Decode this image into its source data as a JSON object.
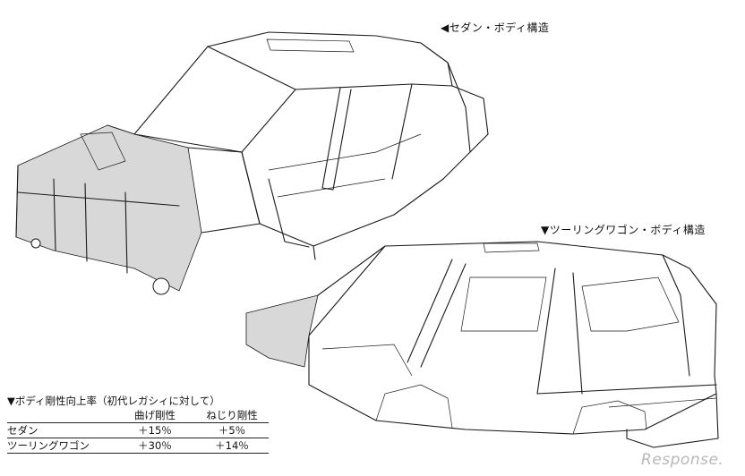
{
  "captions": {
    "sedan": "◀セダン・ボディ構造",
    "wagon": "▼ツーリングワゴン・ボディ構造"
  },
  "table": {
    "title": "▼ボディ剛性向上率（初代レガシィに対して）",
    "headers": [
      "",
      "曲げ剛性",
      "ねじり剛性"
    ],
    "rows": [
      [
        "セダン",
        "＋15％",
        "＋5％"
      ],
      [
        "ツーリングワゴン",
        "＋30％",
        "＋14％"
      ]
    ]
  },
  "watermark": "Response."
}
